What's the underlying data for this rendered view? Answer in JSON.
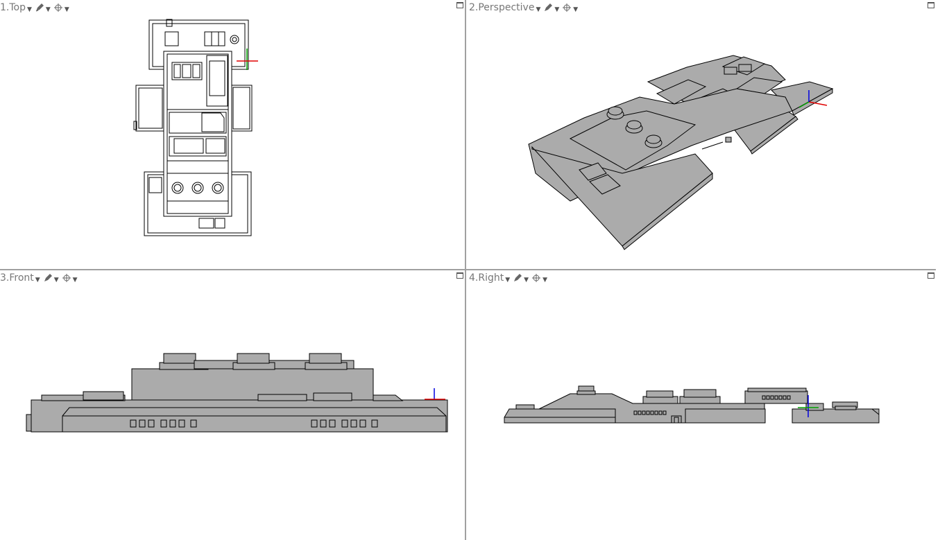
{
  "viewports": [
    {
      "id": "top",
      "label": "1.Top"
    },
    {
      "id": "perspective",
      "label": "2.Perspective"
    },
    {
      "id": "front",
      "label": "3.Front"
    },
    {
      "id": "right",
      "label": "4.Right"
    }
  ],
  "icons": {
    "display_mode": "pen-icon",
    "snap": "target-icon",
    "menu": "caret-down-icon",
    "maximize": "maximize-icon"
  },
  "colors": {
    "model_fill": "#ababab",
    "outline": "#000000",
    "x_axis": "#e00000",
    "y_axis": "#00a000",
    "z_axis": "#0000e0",
    "divider": "#a0a0a0",
    "label": "#777777"
  }
}
